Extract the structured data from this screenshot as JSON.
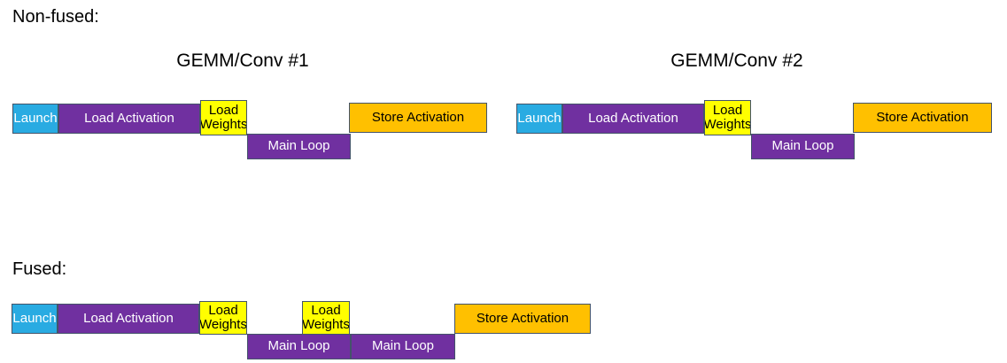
{
  "colors": {
    "background": "#FFFFFF",
    "launch": "#29ABE2",
    "load_activation": "#7030A0",
    "load_weights": "#FFFF00",
    "main_loop": "#7030A0",
    "store_activation": "#FFC000",
    "border": "#44546A",
    "label_text": "#000000"
  },
  "nonfused": {
    "label": "Non-fused:",
    "groups": [
      {
        "title": "GEMM/Conv #1",
        "launch": "Launch",
        "load_activation": "Load Activation",
        "load_weights": "Load Weights",
        "main_loop": "Main Loop",
        "store_activation": "Store Activation"
      },
      {
        "title": "GEMM/Conv #2",
        "launch": "Launch",
        "load_activation": "Load Activation",
        "load_weights": "Load Weights",
        "main_loop": "Main Loop",
        "store_activation": "Store Activation"
      }
    ]
  },
  "fused": {
    "label": "Fused:",
    "launch": "Launch",
    "load_activation": "Load Activation",
    "load_weights_1": "Load Weights",
    "main_loop_1": "Main Loop",
    "load_weights_2": "Load Weights",
    "main_loop_2": "Main Loop",
    "store_activation": "Store Activation"
  }
}
